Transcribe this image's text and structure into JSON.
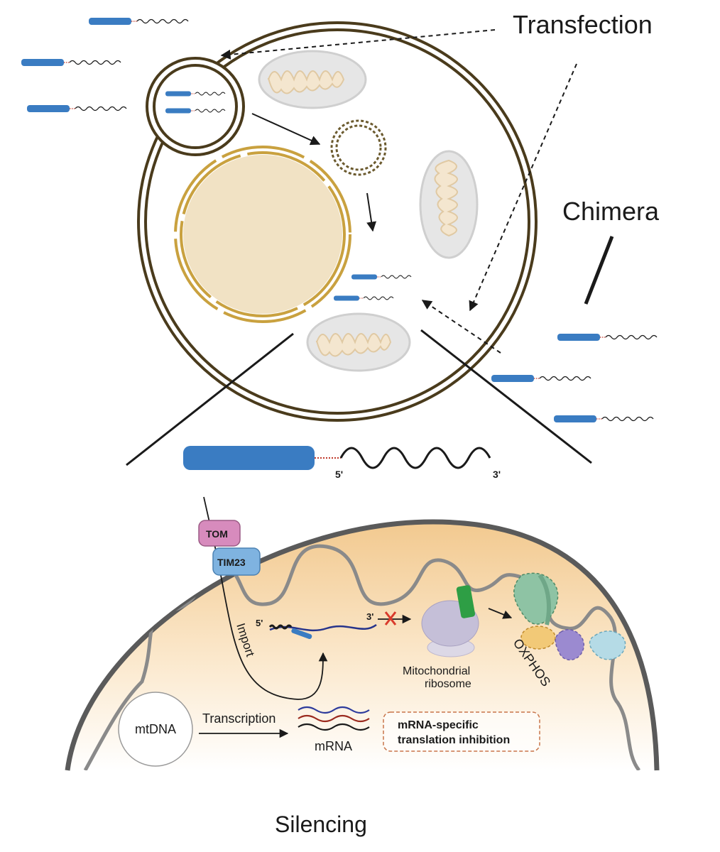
{
  "labels": {
    "transfection": "Transfection",
    "chimera": "Chimera",
    "five_prime": "5'",
    "three_prime": "3'",
    "tom": "TOM",
    "tim23": "TIM23",
    "import": "Import",
    "five_prime_small": "5'",
    "three_prime_small": "3'",
    "mito_ribosome_line1": "Mitochondrial",
    "mito_ribosome_line2": "ribosome",
    "oxphos": "OXPHOS",
    "mtdna": "mtDNA",
    "transcription": "Transcription",
    "mrna": "mRNA",
    "inhibition_line1": "mRNA-specific",
    "inhibition_line2": "translation inhibition",
    "silencing": "Silencing"
  },
  "colors": {
    "chimera_blue": "#3a7cc2",
    "membrane_brown": "#4a3b1c",
    "nucleus_gold": "#c9a13f",
    "nucleus_fill": "#f1e2c4",
    "mito_fill": "#f4e6cf",
    "mito_outline": "#cfcfcf",
    "tom_pink": "#d78bbd",
    "tim_blue": "#7fb3e0",
    "ribosome": "#c5bfd8",
    "ribosome_stalk": "#2e9e45",
    "inhibition_border": "#c8754a",
    "cross_red": "#d93a2b"
  },
  "icons": [
    "dashed-arrow-icon",
    "cross-icon",
    "wavy-rna-icon",
    "mitochondrion-icon"
  ]
}
